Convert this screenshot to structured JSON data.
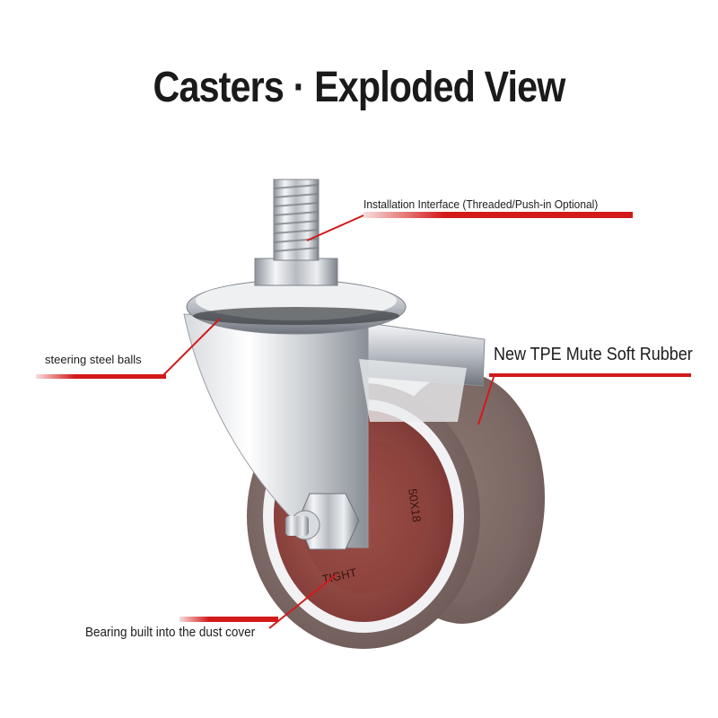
{
  "title": "Casters · Exploded View",
  "callouts": {
    "installation_interface": "Installation Interface (Threaded/Push-in Optional)",
    "steering_steel_balls": "steering steel balls",
    "tpe_rubber": "New TPE Mute Soft Rubber",
    "bearing": "Bearing built into the dust cover"
  },
  "wheel_markings": {
    "size_text": "50X18",
    "brand_text": "TIGHT"
  },
  "colors": {
    "accent": "#d21a1a",
    "wheel_rubber": "#8a7470",
    "hub": "#9a4a44",
    "chrome": "#c9ccd2",
    "text": "#1a1a1a"
  }
}
